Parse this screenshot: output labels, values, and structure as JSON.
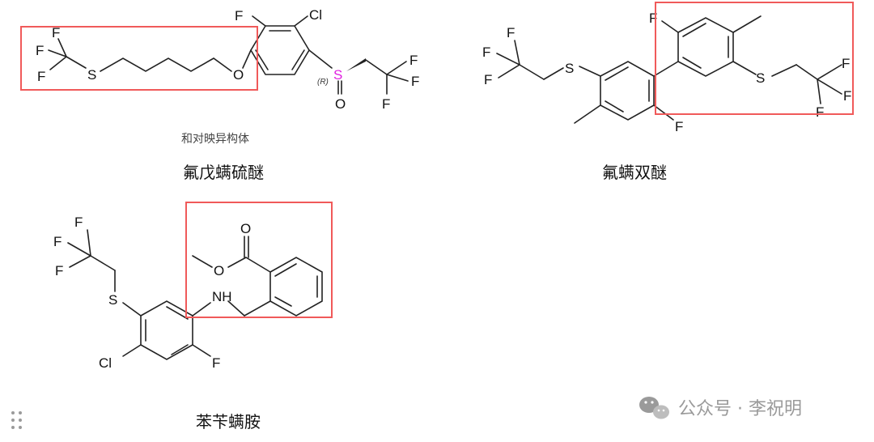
{
  "compounds": [
    {
      "name": "氟戊螨硫醚",
      "note": "和对映异构体",
      "atoms": {
        "F": "F",
        "Cl": "Cl",
        "O": "O",
        "S": "S",
        "stereo": "(R)"
      }
    },
    {
      "name": "氟螨双醚",
      "atoms": {
        "F": "F",
        "S": "S"
      }
    },
    {
      "name": "苯苄螨胺",
      "atoms": {
        "F": "F",
        "Cl": "Cl",
        "O": "O",
        "S": "S",
        "NH": "NH"
      }
    }
  ],
  "watermark": {
    "text": "公众号 · 李祝明",
    "icon": "wechat-icon"
  },
  "colors": {
    "highlight": "#f05a5a",
    "sulfoxide_s": "#e020e0"
  },
  "handle_icon": "drag-handle-icon"
}
